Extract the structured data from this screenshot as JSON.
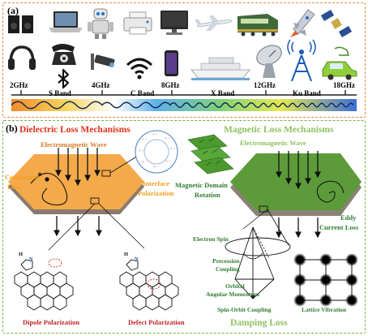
{
  "panel_a": {
    "label": "(a)",
    "frequencies": [
      "2GHz",
      "4GHz",
      "8GHz",
      "12GHz",
      "18GHz"
    ],
    "bands": [
      "S Band",
      "C Band",
      "X Band",
      "Ku Band"
    ],
    "icons": [
      "speaker-icon",
      "laptop-icon",
      "robot-icon",
      "printer-icon",
      "desktop-computer-icon",
      "airplane-icon",
      "train-icon",
      "rocket-icon",
      "satellite-icon",
      "headphones-icon",
      "telephone-icon",
      "bluetooth-icon",
      "security-camera-icon",
      "wifi-icon",
      "smartphone-icon",
      "cruise-ship-icon",
      "radar-dish-icon",
      "radio-tower-icon",
      "electric-car-icon"
    ]
  },
  "panel_b": {
    "label": "(b)",
    "dielectric_title": "Dielectric Loss Mechanisms",
    "magnetic_title": "Magnetic Loss Mechanisms",
    "em_wave_left": "Electromagnetic Wave",
    "em_wave_right": "Electromagnetic Wave",
    "conduction_loss": [
      "Conduction",
      "Loss"
    ],
    "electron": "e",
    "interface_polarization": [
      "Interface",
      "Polarization"
    ],
    "magnetic_domain_rotation": [
      "Magnetic Domain",
      "Rotation"
    ],
    "eddy_current_loss": [
      "Eddy",
      "Current Loss"
    ],
    "electron_spin": "Electron Spin",
    "precession_coupling": [
      "Precession",
      "Coupling"
    ],
    "orbital_angular_momentum": [
      "Orbital",
      "Angular Momentum"
    ],
    "spin_orbit_coupling": "Spin-Orbit Coupling",
    "lattice_vibration": "Lattice Vibration",
    "dipole_polarization": "Dipole Polarization",
    "defect_polarization": "Defect Polarization",
    "damping_loss": "Damping Loss",
    "molecule_N": "N",
    "molecule_H": "H"
  },
  "colors": {
    "orange_accent": "#f0a040",
    "green_accent": "#5c9a3a",
    "red_label": "#c0262b",
    "green_label": "#2f7d32",
    "light_green_label": "#8fc060",
    "orange_label": "#f0a020"
  }
}
